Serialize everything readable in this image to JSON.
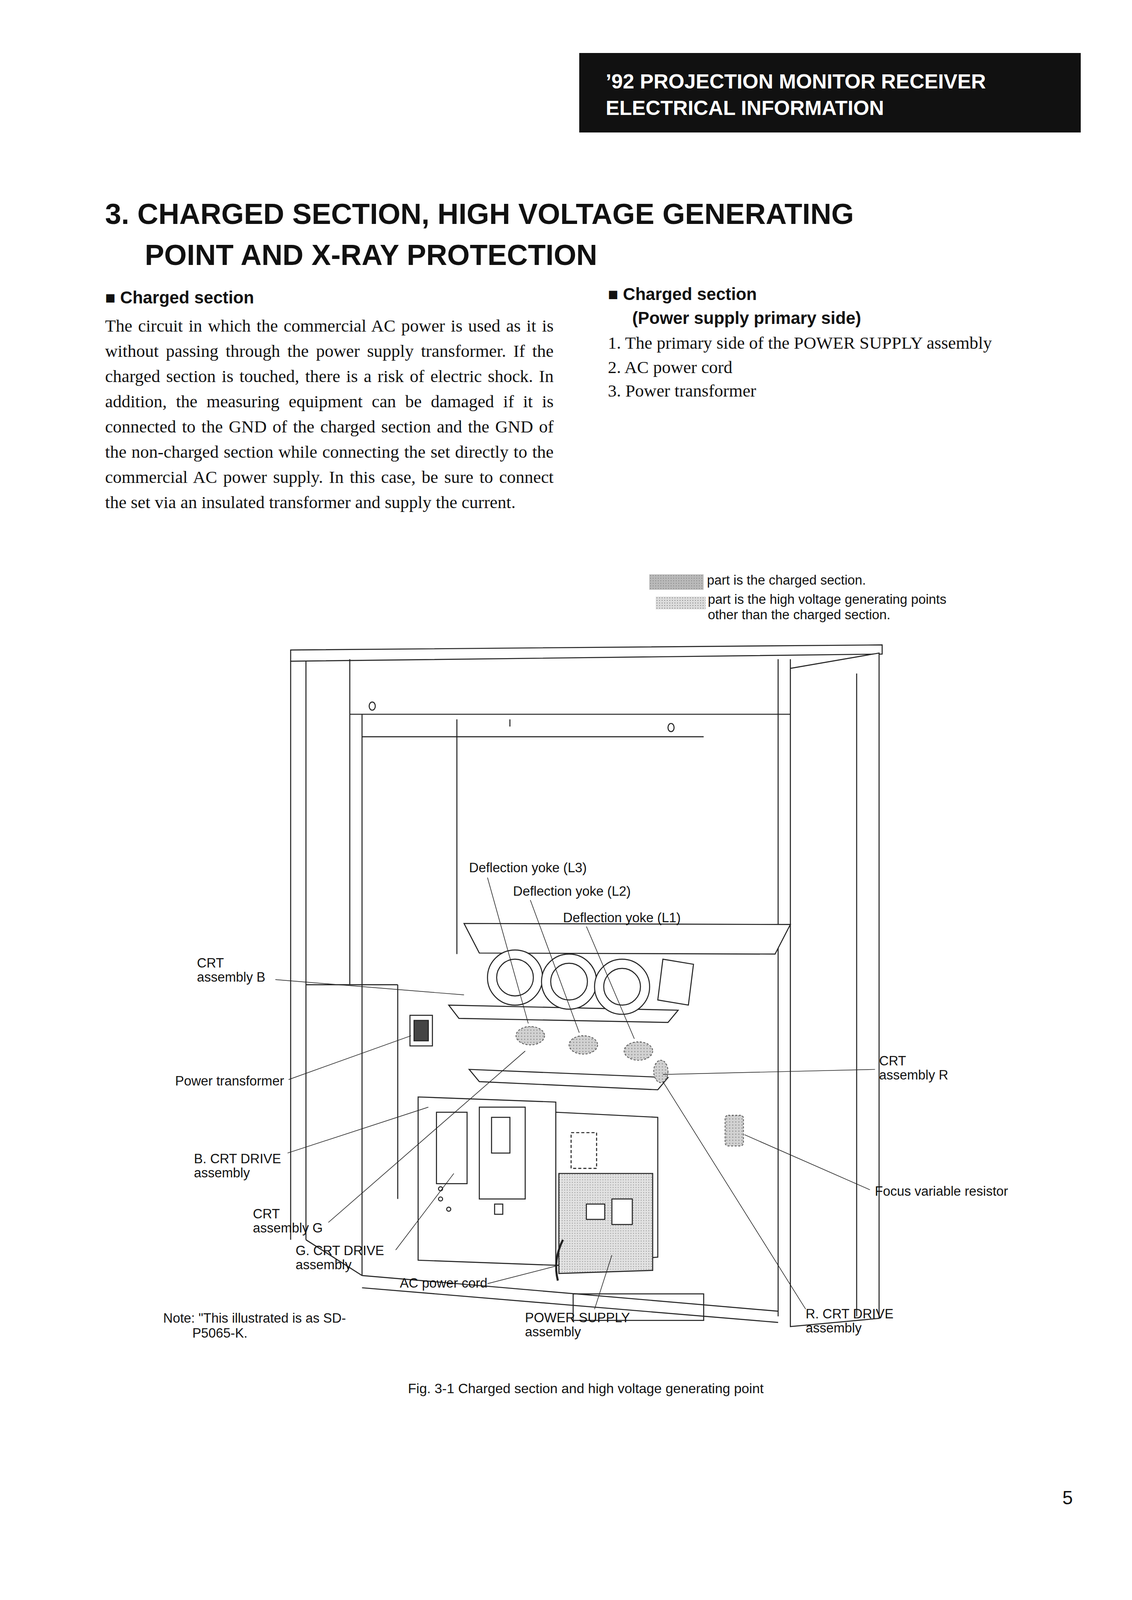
{
  "diagram": {
    "title": "3. CHARGED SECTION, HIGH VOLTAGE GENERATING POINT AND X-RAY PROTECTION",
    "caption": "Fig. 3-1 Charged section and high voltage generating point",
    "nodes": [
      {
        "text": [
          "’92 PROJECTION MONITOR RECEIVER",
          "ELECTRICAL INFORMATION"
        ]
      }
    ],
    "labels": [
      "■ Charged section",
      "The circuit in which the commercial AC power is used as it is without passing through the power supply transformer. If the charged section is touched, there is a risk of electric shock. In addition, the measuring equipment can be damaged if it is connected to the GND of the charged section and the GND of the non-charged section while connecting the set directly to the commercial AC power supply. In this case, be sure to connect the set via an insulated transformer and supply the current.",
      "■ Charged section",
      "(Power supply primary side)",
      "1. The primary side of the POWER SUPPLY assembly",
      "2. AC power cord",
      "3. Power transformer",
      "Deflection yoke (L3)",
      "Deflection yoke (L2)",
      "Deflection yoke (L1)",
      "CRT assembly B",
      "Power transformer",
      "B. CRT DRIVE assembly",
      "CRT assembly G",
      "G. CRT DRIVE assembly",
      "AC power cord",
      "Note: \"This illustrated is as SD-P5065-K.",
      "POWER SUPPLY assembly",
      "R. CRT DRIVE assembly",
      "CRT assembly R",
      "Focus variable resistor",
      "5"
    ],
    "legend": [
      {
        "text": "part is the charged section.",
        "color": "#b9b9b9"
      },
      {
        "text": "part is the high voltage generating points other than the charged section.",
        "color": "#dcdcdc"
      }
    ]
  }
}
